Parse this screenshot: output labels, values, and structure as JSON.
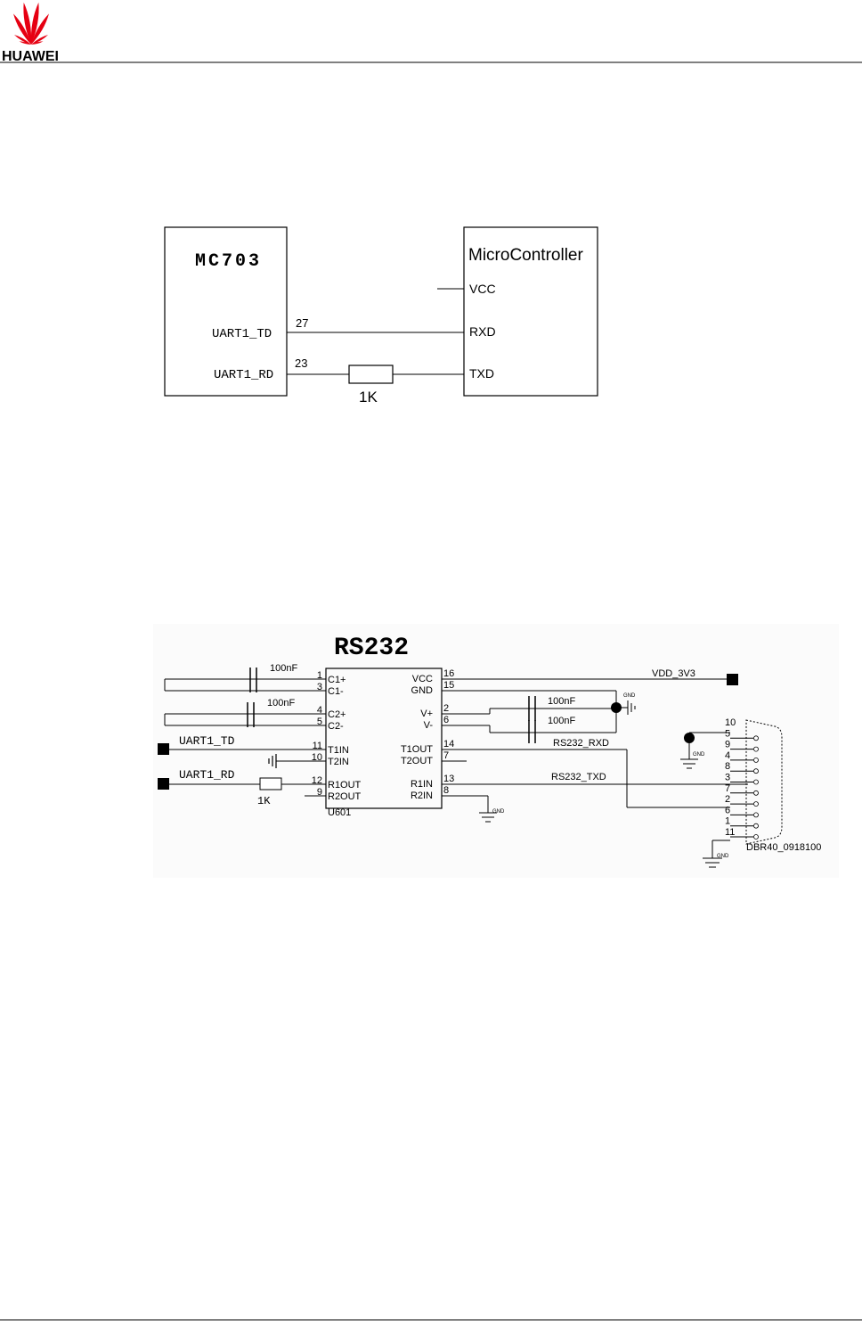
{
  "header": {
    "brand": "HUAWEI",
    "logo_color": "#e60012"
  },
  "figure1": {
    "left_block_title": "MC703",
    "left_pins": [
      {
        "label": "UART1_TD",
        "number": "27"
      },
      {
        "label": "UART1_RD",
        "number": "23"
      }
    ],
    "right_block_title": "MicroController",
    "right_pins": [
      "VCC",
      "RXD",
      "TXD"
    ],
    "resistor": "1K"
  },
  "figure2": {
    "title": "RS232",
    "chip_ref": "U601",
    "chip_left_pins": [
      {
        "num": "1",
        "name": "C1+"
      },
      {
        "num": "3",
        "name": "C1-"
      },
      {
        "num": "4",
        "name": "C2+"
      },
      {
        "num": "5",
        "name": "C2-"
      },
      {
        "num": "11",
        "name": "T1IN"
      },
      {
        "num": "10",
        "name": "T2IN"
      },
      {
        "num": "12",
        "name": "R1OUT"
      },
      {
        "num": "9",
        "name": "R2OUT"
      }
    ],
    "chip_right_pins": [
      {
        "num": "16",
        "name": "VCC"
      },
      {
        "num": "15",
        "name": "GND"
      },
      {
        "num": "2",
        "name": "V+"
      },
      {
        "num": "6",
        "name": "V-"
      },
      {
        "num": "14",
        "name": "T1OUT"
      },
      {
        "num": "7",
        "name": "T2OUT"
      },
      {
        "num": "13",
        "name": "R1IN"
      },
      {
        "num": "8",
        "name": "R2IN"
      }
    ],
    "cap_labels": [
      "100nF",
      "100nF",
      "100nF",
      "100nF"
    ],
    "inputs": [
      "UART1_TD",
      "UART1_RD"
    ],
    "resistor": "1K",
    "power_net": "VDD_3V3",
    "nets": [
      "RS232_RXD",
      "RS232_TXD"
    ],
    "gnd_label": "GND",
    "connector_pins": [
      "10",
      "5",
      "9",
      "4",
      "8",
      "3",
      "7",
      "2",
      "6",
      "1",
      "11"
    ],
    "connector_ref": "DBR40_0918100"
  }
}
